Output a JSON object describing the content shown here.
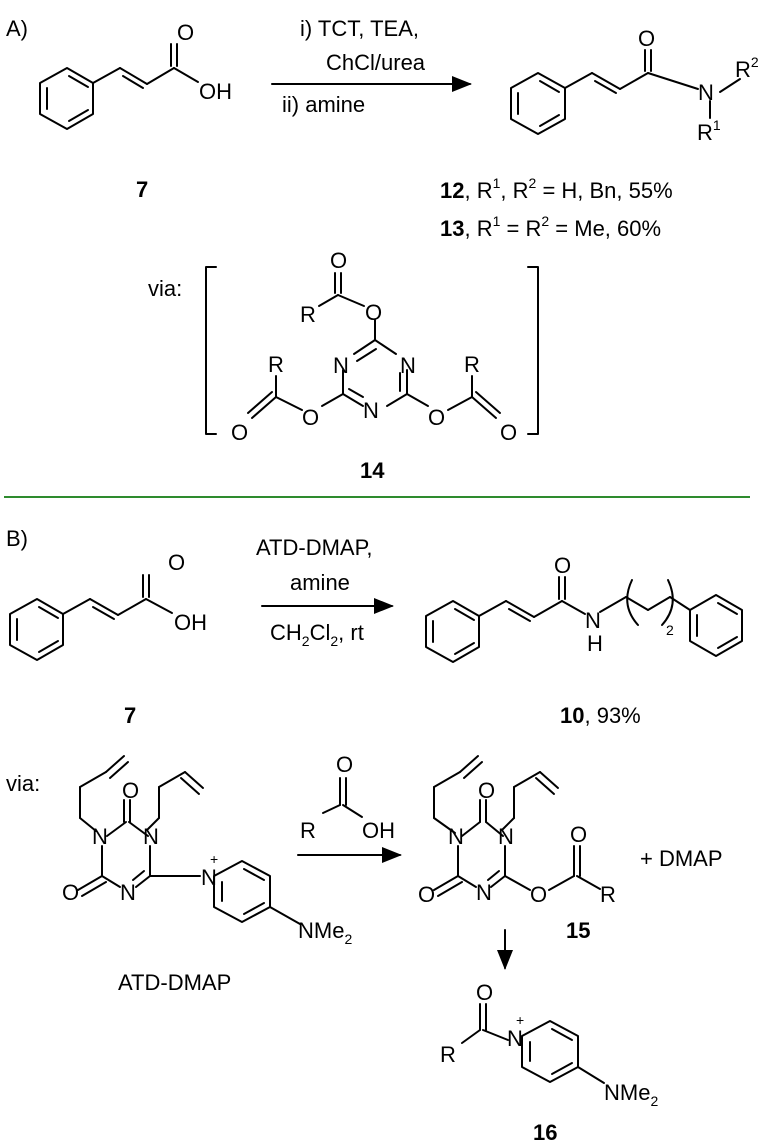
{
  "panel_a": {
    "label": "A)",
    "reagents_line1": "i) TCT, TEA,",
    "reagents_line2": "ChCl/urea",
    "reagents_line3": "ii) amine",
    "sm_number": "7",
    "oh": "OH",
    "o": "O",
    "n": "N",
    "r2": "R",
    "r2_sup": "2",
    "r1": "R",
    "r1_sup": "1",
    "p12_num": "12",
    "p12_a": ", R",
    "p12_sup1": "1",
    "p12_b": ", R",
    "p12_sup2": "2",
    "p12_c": " = H, Bn, 55%",
    "p13_num": "13",
    "p13_a": ", R",
    "p13_sup1": "1",
    "p13_b": " = R",
    "p13_sup2": "2",
    "p13_c": " = Me, 60%",
    "via": "via:",
    "inter_number": "14",
    "r": "R"
  },
  "panel_b": {
    "label": "B)",
    "reagents_line1": "ATD-DMAP,",
    "reagents_line2": "amine",
    "solvent_a": "CH",
    "solvent_sub1": "2",
    "solvent_b": "Cl",
    "solvent_sub2": "2",
    "solvent_c": ", rt",
    "sm_number": "7",
    "product_number": "10",
    "product_yield": ", 93%",
    "nh_n": "N",
    "nh_h": "H",
    "chain_sub": "2",
    "via": "via:",
    "reagent_name": "ATD-DMAP",
    "nme2": "NMe",
    "nme2_sub": "2",
    "plus": "+",
    "plus_dmap": "+  DMAP",
    "num15": "15",
    "num16": "16"
  },
  "colors": {
    "divider": "#2e8b2e",
    "ink": "#000000"
  }
}
